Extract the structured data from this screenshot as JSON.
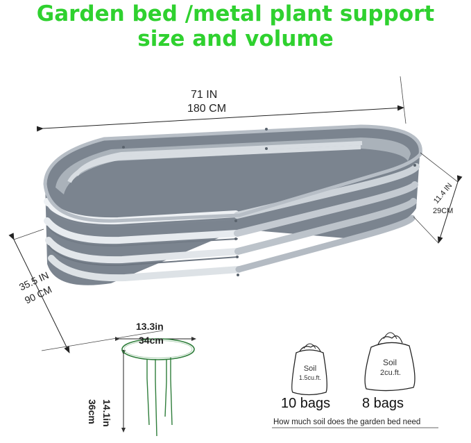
{
  "title_line1": "Garden bed /metal plant support",
  "title_line2": "size and volume",
  "colors": {
    "title": "#2fd12f",
    "metal": "#9aa3ad",
    "stake": "#2e7d3a"
  },
  "dimensions": {
    "length_in": "71 IN",
    "length_cm": "180 CM",
    "width_in": "35.5 IN",
    "width_cm": "90 CM",
    "height_in": "11.4 IN",
    "height_cm": "29CM"
  },
  "support": {
    "diameter_in": "13.3in",
    "diameter_cm": "34cm",
    "height_in": "14.1in",
    "height_cm": "36cm"
  },
  "bags": [
    {
      "label": "Soil",
      "volume": "1.5cu.ft.",
      "count": "10 bags"
    },
    {
      "label": "Soil",
      "volume": "2cu.ft.",
      "count": "8 bags"
    }
  ],
  "caption": "How much soil does the garden bed need"
}
